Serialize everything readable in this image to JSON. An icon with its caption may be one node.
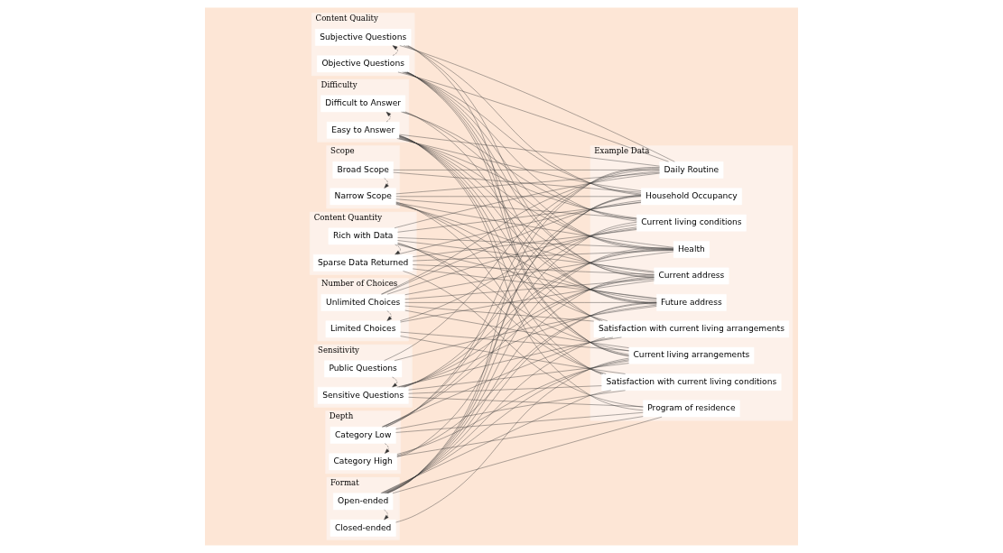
{
  "diagram": {
    "nodes": [
      {
        "text": [
          "Content Quality"
        ]
      },
      {
        "text": [
          "Objective Questions"
        ],
        "in": 0
      },
      {
        "text": [
          "Subjective Questions"
        ],
        "in": 0
      },
      {
        "text": [
          "Difficulty"
        ]
      },
      {
        "text": [
          "Easy to Answer"
        ],
        "in": 3
      },
      {
        "text": [
          "Difficult to Answer"
        ],
        "in": 3
      },
      {
        "text": [
          "Scope"
        ]
      },
      {
        "text": [
          "Broad Scope"
        ],
        "in": 6
      },
      {
        "text": [
          "Narrow Scope"
        ],
        "in": 6
      },
      {
        "text": [
          "Content Quantity"
        ]
      },
      {
        "text": [
          "Rich with Data"
        ],
        "in": 9
      },
      {
        "text": [
          "Sparse Data Returned"
        ],
        "in": 9
      },
      {
        "text": [
          "Number of Choices"
        ]
      },
      {
        "text": [
          "Unlimited Choices"
        ],
        "in": 12
      },
      {
        "text": [
          "Limited Choices"
        ],
        "in": 12
      },
      {
        "text": [
          "Sensitivity"
        ]
      },
      {
        "text": [
          "Public Questions"
        ],
        "in": 15
      },
      {
        "text": [
          "Sensitive Questions"
        ],
        "in": 15
      },
      {
        "text": [
          "Depth"
        ]
      },
      {
        "text": [
          "Category Low"
        ],
        "in": 18
      },
      {
        "text": [
          "Category High"
        ],
        "in": 18
      },
      {
        "text": [
          "Format"
        ]
      },
      {
        "text": [
          "Open-ended"
        ],
        "in": 21
      },
      {
        "text": [
          "Closed-ended"
        ],
        "in": 21
      },
      {
        "text": [
          "Example Data"
        ]
      },
      {
        "text": [
          "Current address"
        ],
        "in": 24
      },
      {
        "text": [
          "Future address"
        ],
        "in": 24
      },
      {
        "text": [
          "Household Occupancy"
        ],
        "in": 24
      },
      {
        "text": [
          "Health"
        ],
        "in": 24
      },
      {
        "text": [
          "Daily Routine"
        ],
        "in": 24
      },
      {
        "text": [
          "Current living conditions"
        ],
        "in": 24
      },
      {
        "text": [
          "Current living arrangements"
        ],
        "in": 24
      },
      {
        "text": [
          "Satisfaction with current living arrangements"
        ],
        "in": 24
      },
      {
        "text": [
          "Satisfaction with current living conditions"
        ],
        "in": 24
      },
      {
        "text": [
          "Program of residence"
        ],
        "in": 24
      }
    ],
    "edges": [
      {
        "from": 1,
        "to": 2,
        "arrow": "to",
        "style": "dashed"
      },
      {
        "from": 4,
        "to": 5,
        "arrow": "to",
        "style": "dashed"
      },
      {
        "from": 7,
        "to": 8,
        "arrow": "to",
        "style": "dashed"
      },
      {
        "from": 10,
        "to": 11,
        "arrow": "to",
        "style": "dashed"
      },
      {
        "from": 13,
        "to": 14,
        "arrow": "to",
        "style": "dashed"
      },
      {
        "from": 16,
        "to": 17,
        "arrow": "to",
        "style": "dashed"
      },
      {
        "from": 19,
        "to": 20,
        "arrow": "to",
        "style": "dashed"
      },
      {
        "from": 22,
        "to": 23,
        "arrow": "to",
        "style": "dashed"
      },
      {
        "from": 1,
        "to": 25,
        "arrow": "none"
      },
      {
        "from": 1,
        "to": 26,
        "arrow": "none"
      },
      {
        "from": 1,
        "to": 27,
        "arrow": "none"
      },
      {
        "from": 1,
        "to": 28,
        "arrow": "none"
      },
      {
        "from": 1,
        "to": 29,
        "arrow": "none"
      },
      {
        "from": 1,
        "to": 30,
        "arrow": "none"
      },
      {
        "from": 1,
        "to": 31,
        "arrow": "none"
      },
      {
        "from": 1,
        "to": 32,
        "arrow": "none"
      },
      {
        "from": 2,
        "to": 25,
        "arrow": "none"
      },
      {
        "from": 2,
        "to": 27,
        "arrow": "none"
      },
      {
        "from": 2,
        "to": 29,
        "arrow": "none"
      },
      {
        "from": 2,
        "to": 31,
        "arrow": "none"
      },
      {
        "from": 4,
        "to": 25,
        "arrow": "none"
      },
      {
        "from": 4,
        "to": 26,
        "arrow": "none"
      },
      {
        "from": 4,
        "to": 27,
        "arrow": "none"
      },
      {
        "from": 4,
        "to": 28,
        "arrow": "none"
      },
      {
        "from": 4,
        "to": 29,
        "arrow": "none"
      },
      {
        "from": 4,
        "to": 30,
        "arrow": "none"
      },
      {
        "from": 4,
        "to": 31,
        "arrow": "none"
      },
      {
        "from": 4,
        "to": 32,
        "arrow": "none"
      },
      {
        "from": 4,
        "to": 33,
        "arrow": "none"
      },
      {
        "from": 4,
        "to": 34,
        "arrow": "none"
      },
      {
        "from": 5,
        "to": 26,
        "arrow": "none"
      },
      {
        "from": 5,
        "to": 28,
        "arrow": "none"
      },
      {
        "from": 5,
        "to": 30,
        "arrow": "none"
      },
      {
        "from": 7,
        "to": 27,
        "arrow": "none"
      },
      {
        "from": 7,
        "to": 29,
        "arrow": "none"
      },
      {
        "from": 8,
        "to": 25,
        "arrow": "none"
      },
      {
        "from": 8,
        "to": 26,
        "arrow": "none"
      },
      {
        "from": 8,
        "to": 27,
        "arrow": "none"
      },
      {
        "from": 8,
        "to": 28,
        "arrow": "none"
      },
      {
        "from": 8,
        "to": 29,
        "arrow": "none"
      },
      {
        "from": 8,
        "to": 30,
        "arrow": "none"
      },
      {
        "from": 8,
        "to": 32,
        "arrow": "none"
      },
      {
        "from": 8,
        "to": 33,
        "arrow": "none"
      },
      {
        "from": 10,
        "to": 25,
        "arrow": "none"
      },
      {
        "from": 10,
        "to": 26,
        "arrow": "none"
      },
      {
        "from": 10,
        "to": 27,
        "arrow": "none"
      },
      {
        "from": 10,
        "to": 28,
        "arrow": "none"
      },
      {
        "from": 10,
        "to": 29,
        "arrow": "none"
      },
      {
        "from": 10,
        "to": 31,
        "arrow": "none"
      },
      {
        "from": 10,
        "to": 33,
        "arrow": "none"
      },
      {
        "from": 11,
        "to": 25,
        "arrow": "none"
      },
      {
        "from": 11,
        "to": 26,
        "arrow": "none"
      },
      {
        "from": 11,
        "to": 27,
        "arrow": "none"
      },
      {
        "from": 11,
        "to": 28,
        "arrow": "none"
      },
      {
        "from": 11,
        "to": 30,
        "arrow": "none"
      },
      {
        "from": 11,
        "to": 34,
        "arrow": "none"
      },
      {
        "from": 13,
        "to": 25,
        "arrow": "none"
      },
      {
        "from": 13,
        "to": 26,
        "arrow": "none"
      },
      {
        "from": 13,
        "to": 27,
        "arrow": "none"
      },
      {
        "from": 13,
        "to": 28,
        "arrow": "none"
      },
      {
        "from": 13,
        "to": 29,
        "arrow": "none"
      },
      {
        "from": 13,
        "to": 30,
        "arrow": "none"
      },
      {
        "from": 13,
        "to": 31,
        "arrow": "none"
      },
      {
        "from": 13,
        "to": 32,
        "arrow": "none"
      },
      {
        "from": 14,
        "to": 25,
        "arrow": "none"
      },
      {
        "from": 14,
        "to": 30,
        "arrow": "none"
      },
      {
        "from": 14,
        "to": 31,
        "arrow": "none"
      },
      {
        "from": 14,
        "to": 33,
        "arrow": "none"
      },
      {
        "from": 16,
        "to": 26,
        "arrow": "none"
      },
      {
        "from": 16,
        "to": 29,
        "arrow": "none"
      },
      {
        "from": 17,
        "to": 25,
        "arrow": "none"
      },
      {
        "from": 17,
        "to": 26,
        "arrow": "none"
      },
      {
        "from": 17,
        "to": 28,
        "arrow": "none"
      },
      {
        "from": 17,
        "to": 30,
        "arrow": "none"
      },
      {
        "from": 17,
        "to": 31,
        "arrow": "none"
      },
      {
        "from": 17,
        "to": 32,
        "arrow": "none"
      },
      {
        "from": 17,
        "to": 33,
        "arrow": "none"
      },
      {
        "from": 17,
        "to": 34,
        "arrow": "none"
      },
      {
        "from": 19,
        "to": 25,
        "arrow": "none"
      },
      {
        "from": 19,
        "to": 27,
        "arrow": "none"
      },
      {
        "from": 19,
        "to": 28,
        "arrow": "none"
      },
      {
        "from": 19,
        "to": 29,
        "arrow": "none"
      },
      {
        "from": 19,
        "to": 32,
        "arrow": "none"
      },
      {
        "from": 19,
        "to": 33,
        "arrow": "none"
      },
      {
        "from": 19,
        "to": 34,
        "arrow": "none"
      },
      {
        "from": 20,
        "to": 26,
        "arrow": "none"
      },
      {
        "from": 20,
        "to": 27,
        "arrow": "none"
      },
      {
        "from": 20,
        "to": 31,
        "arrow": "none"
      },
      {
        "from": 20,
        "to": 34,
        "arrow": "none"
      },
      {
        "from": 22,
        "to": 25,
        "arrow": "none"
      },
      {
        "from": 22,
        "to": 26,
        "arrow": "none"
      },
      {
        "from": 22,
        "to": 27,
        "arrow": "none"
      },
      {
        "from": 22,
        "to": 28,
        "arrow": "none"
      },
      {
        "from": 22,
        "to": 29,
        "arrow": "none"
      },
      {
        "from": 22,
        "to": 30,
        "arrow": "none"
      },
      {
        "from": 22,
        "to": 31,
        "arrow": "none"
      },
      {
        "from": 22,
        "to": 32,
        "arrow": "none"
      },
      {
        "from": 22,
        "to": 33,
        "arrow": "none"
      },
      {
        "from": 22,
        "to": 34,
        "arrow": "none"
      },
      {
        "from": 23,
        "to": 31,
        "arrow": "none"
      }
    ]
  }
}
